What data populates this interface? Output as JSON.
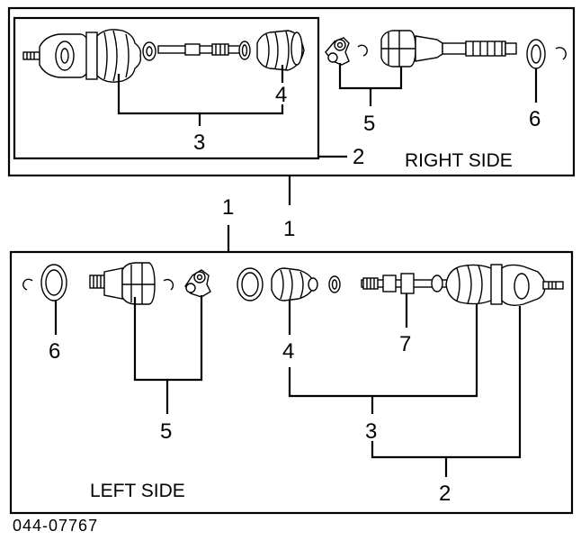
{
  "labels": {
    "top_assembly": "1",
    "top_axle_left": "1",
    "top_inboard_joint": "2",
    "top_outboard_joint": "3",
    "top_outboard_boot": "4",
    "top_tripod_kit": "5",
    "top_dust_seal": "6",
    "bottom_dust_seal": "6",
    "bottom_tripod_kit": "5",
    "bottom_inboard_boot": "4",
    "bottom_damper": "7",
    "bottom_outboard_joint": "3",
    "bottom_outboard_joint_assy": "2"
  },
  "sides": {
    "right": "RIGHT SIDE",
    "left": "LEFT SIDE"
  },
  "figure_code": "044-07767",
  "colors": {
    "line": "#000000",
    "background": "#ffffff"
  }
}
